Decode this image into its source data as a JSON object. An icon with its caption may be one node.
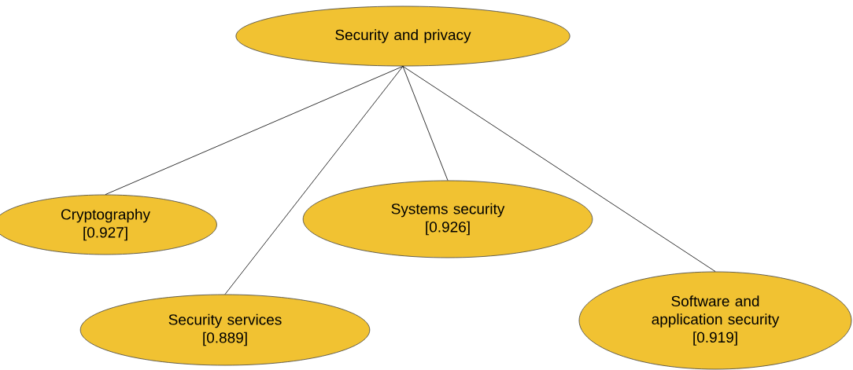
{
  "diagram": {
    "nodes": [
      {
        "text": [
          "Security and privacy"
        ]
      },
      {
        "text": [
          "Cryptography",
          "[0.927]"
        ]
      },
      {
        "text": [
          "Security services",
          "[0.889]"
        ]
      },
      {
        "text": [
          "Systems security",
          "[0.926]"
        ]
      },
      {
        "text": [
          "Software and application security",
          "[0.919]"
        ]
      }
    ],
    "edges": [
      {
        "from": 0,
        "to": 1,
        "arrow": "none"
      },
      {
        "from": 0,
        "to": 2,
        "arrow": "none"
      },
      {
        "from": 0,
        "to": 3,
        "arrow": "none"
      },
      {
        "from": 0,
        "to": 4,
        "arrow": "none"
      }
    ]
  }
}
